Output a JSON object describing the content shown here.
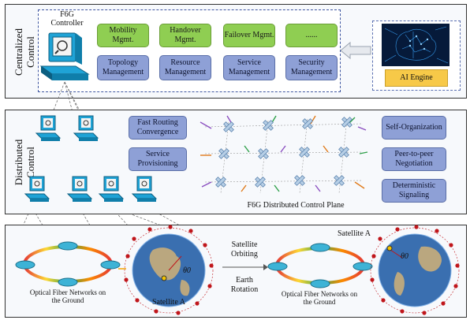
{
  "centralized": {
    "title_line1": "Centralized",
    "title_line2": "Control",
    "controller_label_1": "F6G",
    "controller_label_2": "Controller",
    "green_functions": [
      "Mobility Mgmt.",
      "Handover Mgmt.",
      "Failover Mgmt.",
      "......"
    ],
    "blue_functions": [
      "Topology Management",
      "Resource Management",
      "Service Management",
      "Security Management"
    ],
    "ai_engine": "AI Engine"
  },
  "distributed": {
    "title_line1": "Distributed",
    "title_line2": "Control",
    "left_functions": [
      "Fast Routing Convergence",
      "Service Provisioning"
    ],
    "right_functions": [
      "Self-Organization",
      "Peer-to-peer Negotiation",
      "Deterministic Signaling"
    ],
    "plane_label": "F6G Distributed Control Plane"
  },
  "ground": {
    "label_left": "Optical Fiber Networks on the Ground",
    "label_right": "Optical Fiber Networks on the Ground",
    "satellite_left": "Satellite A",
    "satellite_right": "Satellite A",
    "theta_left": "θ0",
    "theta_right": "θ0",
    "transition_top": "Satellite Orbiting",
    "transition_bottom": "Earth Rotation"
  },
  "colors": {
    "green": "#8fce52",
    "blue": "#8ea0d6",
    "ai_engine": "#f7c948",
    "earth_ocean": "#3a6fb0",
    "orbit_dot": "#c0161b",
    "monitor": "#1fa3d6"
  }
}
